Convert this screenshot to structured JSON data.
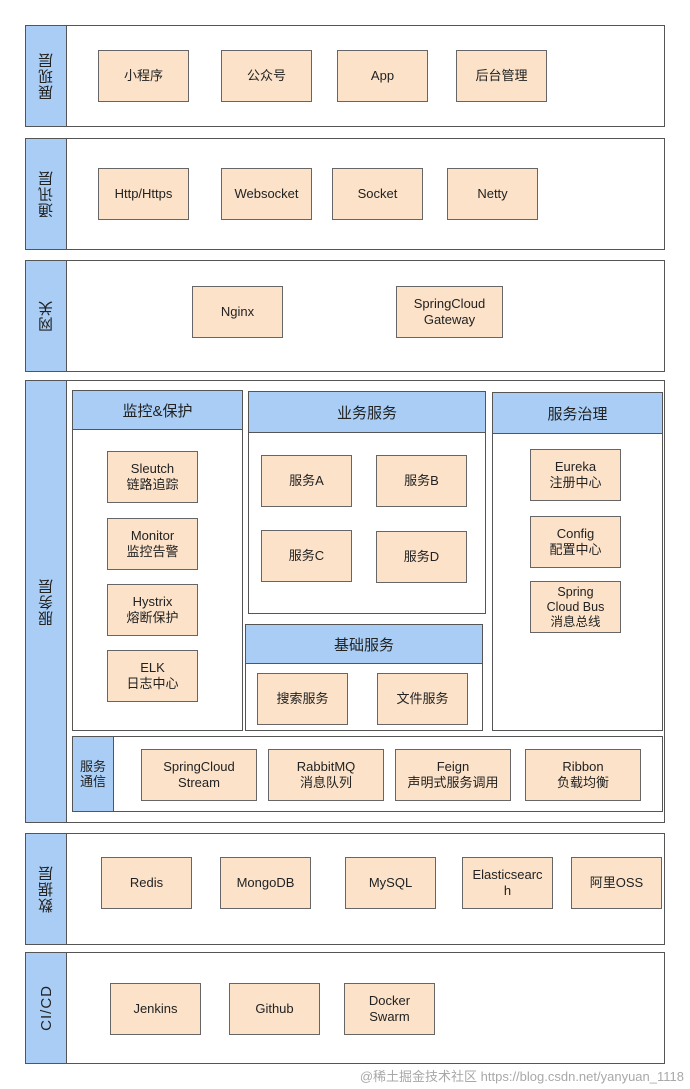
{
  "layers": {
    "presentation": {
      "label": "展现层",
      "items": [
        "小程序",
        "公众号",
        "App",
        "后台管理"
      ]
    },
    "communication": {
      "label": "通讯层",
      "items": [
        "Http/Https",
        "Websocket",
        "Socket",
        "Netty"
      ]
    },
    "gateway": {
      "label": "网关",
      "items": [
        "Nginx",
        "SpringCloud\nGateway"
      ]
    },
    "service": {
      "label": "服务层",
      "monitoring": {
        "title": "监控&保护",
        "items": [
          "Sleutch\n链路追踪",
          "Monitor\n监控告警",
          "Hystrix\n熔断保护",
          "ELK\n日志中心"
        ]
      },
      "business": {
        "title": "业务服务",
        "items": [
          "服务A",
          "服务B",
          "服务C",
          "服务D"
        ]
      },
      "basic": {
        "title": "基础服务",
        "items": [
          "搜索服务",
          "文件服务"
        ]
      },
      "governance": {
        "title": "服务治理",
        "items": [
          "Eureka\n注册中心",
          "Config\n配置中心",
          "Spring\nCloud Bus\n消息总线"
        ]
      },
      "comm": {
        "title": "服务\n通信",
        "items": [
          "SpringCloud\nStream",
          "RabbitMQ\n消息队列",
          "Feign\n声明式服务调用",
          "Ribbon\n负载均衡"
        ]
      }
    },
    "data": {
      "label": "数据层",
      "items": [
        "Redis",
        "MongoDB",
        "MySQL",
        "Elasticsearc\nh",
        "阿里OSS"
      ]
    },
    "cicd": {
      "label": "CI/CD",
      "items": [
        "Jenkins",
        "Github",
        "Docker\nSwarm"
      ]
    }
  },
  "watermark": "@稀土掘金技术社区 https://blog.csdn.net/yanyuan_1118"
}
